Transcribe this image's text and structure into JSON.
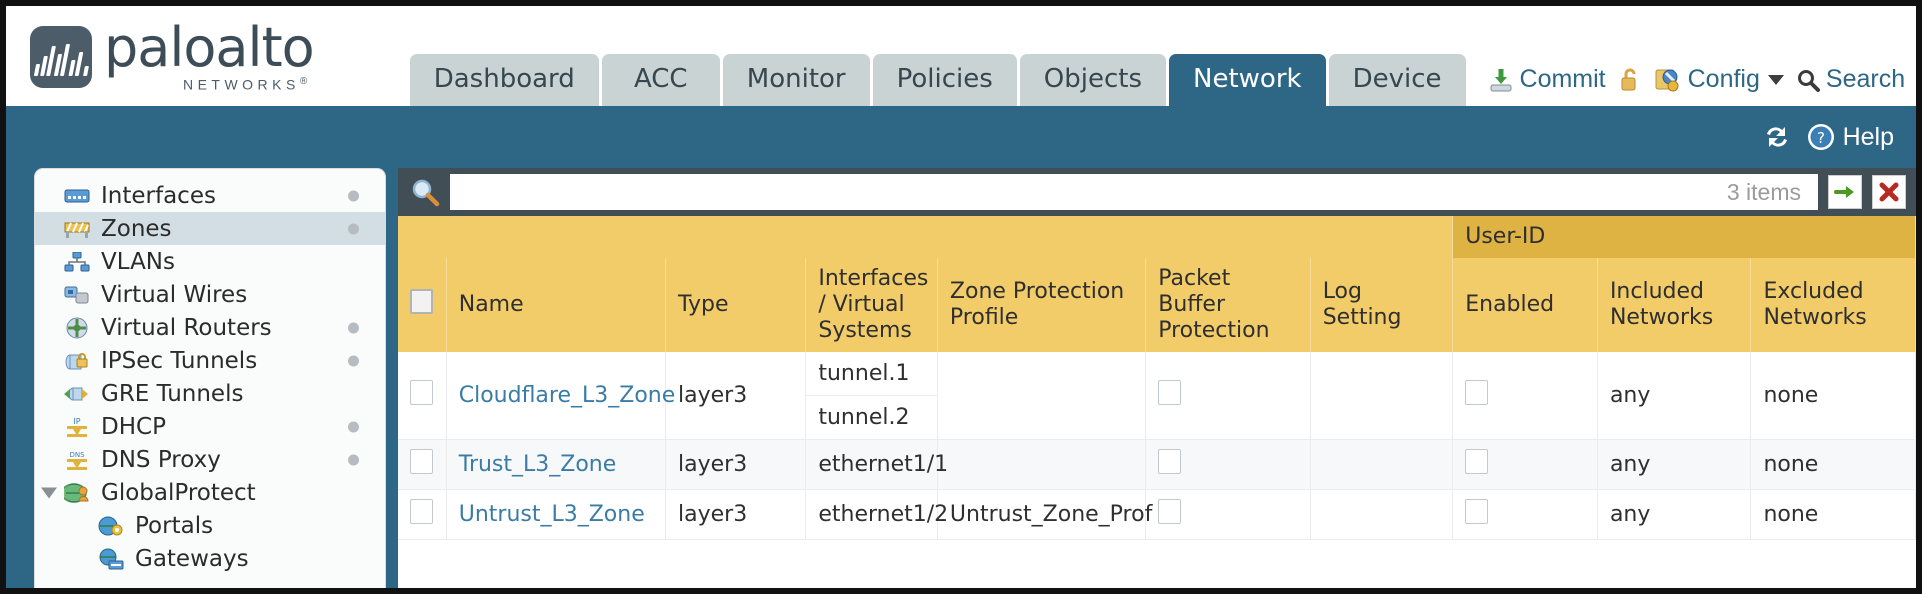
{
  "brand": {
    "name": "paloalto",
    "sub": "NETWORKS",
    "reg": "®"
  },
  "nav": {
    "tabs": [
      {
        "label": "Dashboard",
        "active": false
      },
      {
        "label": "ACC",
        "active": false
      },
      {
        "label": "Monitor",
        "active": false
      },
      {
        "label": "Policies",
        "active": false
      },
      {
        "label": "Objects",
        "active": false
      },
      {
        "label": "Network",
        "active": true
      },
      {
        "label": "Device",
        "active": false
      }
    ]
  },
  "toolbar": {
    "commit_label": "Commit",
    "commit_icon": "commit-download-icon",
    "lock_icon": "unlock-padlock-icon",
    "config_label": "Config",
    "config_icon": "config-wrench-icon",
    "config_caret": "chevron-down-icon",
    "search_label": "Search",
    "search_icon": "search-magnifier-icon"
  },
  "tealbar": {
    "refresh_icon": "refresh-sync-icon",
    "help_label": "Help",
    "help_icon": "help-question-icon"
  },
  "sidebar": {
    "items": [
      {
        "label": "Interfaces",
        "icon": "interfaces-icon",
        "selected": false,
        "dot": true,
        "child": false,
        "expander": false
      },
      {
        "label": "Zones",
        "icon": "zones-icon",
        "selected": true,
        "dot": true,
        "child": false,
        "expander": false
      },
      {
        "label": "VLANs",
        "icon": "vlans-icon",
        "selected": false,
        "dot": false,
        "child": false,
        "expander": false
      },
      {
        "label": "Virtual Wires",
        "icon": "virtual-wires-icon",
        "selected": false,
        "dot": false,
        "child": false,
        "expander": false
      },
      {
        "label": "Virtual Routers",
        "icon": "virtual-routers-icon",
        "selected": false,
        "dot": true,
        "child": false,
        "expander": false
      },
      {
        "label": "IPSec Tunnels",
        "icon": "ipsec-tunnels-icon",
        "selected": false,
        "dot": true,
        "child": false,
        "expander": false
      },
      {
        "label": "GRE Tunnels",
        "icon": "gre-tunnels-icon",
        "selected": false,
        "dot": false,
        "child": false,
        "expander": false
      },
      {
        "label": "DHCP",
        "icon": "dhcp-icon",
        "selected": false,
        "dot": true,
        "child": false,
        "expander": false
      },
      {
        "label": "DNS Proxy",
        "icon": "dns-proxy-icon",
        "selected": false,
        "dot": true,
        "child": false,
        "expander": false
      },
      {
        "label": "GlobalProtect",
        "icon": "globalprotect-icon",
        "selected": false,
        "dot": false,
        "child": false,
        "expander": true
      },
      {
        "label": "Portals",
        "icon": "portals-icon",
        "selected": false,
        "dot": false,
        "child": true,
        "expander": false
      },
      {
        "label": "Gateways",
        "icon": "gateways-icon",
        "selected": false,
        "dot": false,
        "child": true,
        "expander": false
      }
    ]
  },
  "search": {
    "value": "",
    "placeholder": "",
    "items_count": "3 items",
    "icon": "search-magnifier-icon",
    "apply_icon": "green-arrow-apply-icon",
    "clear_icon": "red-x-clear-icon"
  },
  "table": {
    "group_headers": [
      {
        "label": "User-ID",
        "span": 3
      }
    ],
    "columns": [
      "Name",
      "Type",
      "Interfaces / Virtual Systems",
      "Zone Protection Profile",
      "Packet Buffer Protection",
      "Log Setting",
      "Enabled",
      "Included Networks",
      "Excluded Networks"
    ],
    "rows": [
      {
        "selected": false,
        "name": "Cloudflare_L3_Zone",
        "type": "layer3",
        "interfaces": [
          "tunnel.1",
          "tunnel.2"
        ],
        "zone_protection_profile": "",
        "packet_buffer_protection": false,
        "log_setting": "",
        "userid_enabled": false,
        "included_networks": "any",
        "excluded_networks": "none"
      },
      {
        "selected": false,
        "name": "Trust_L3_Zone",
        "type": "layer3",
        "interfaces": [
          "ethernet1/1"
        ],
        "zone_protection_profile": "",
        "packet_buffer_protection": false,
        "log_setting": "",
        "userid_enabled": false,
        "included_networks": "any",
        "excluded_networks": "none"
      },
      {
        "selected": false,
        "name": "Untrust_L3_Zone",
        "type": "layer3",
        "interfaces": [
          "ethernet1/2"
        ],
        "zone_protection_profile": "Untrust_Zone_Prof",
        "packet_buffer_protection": false,
        "log_setting": "",
        "userid_enabled": false,
        "included_networks": "any",
        "excluded_networks": "none"
      }
    ]
  },
  "colors": {
    "teal": "#2e6786",
    "tab_inactive": "#c9d3d4",
    "header_amber": "#f3cc6a",
    "group_amber": "#dfb343",
    "link": "#3a7ca5",
    "dark_slate": "#414e55"
  }
}
